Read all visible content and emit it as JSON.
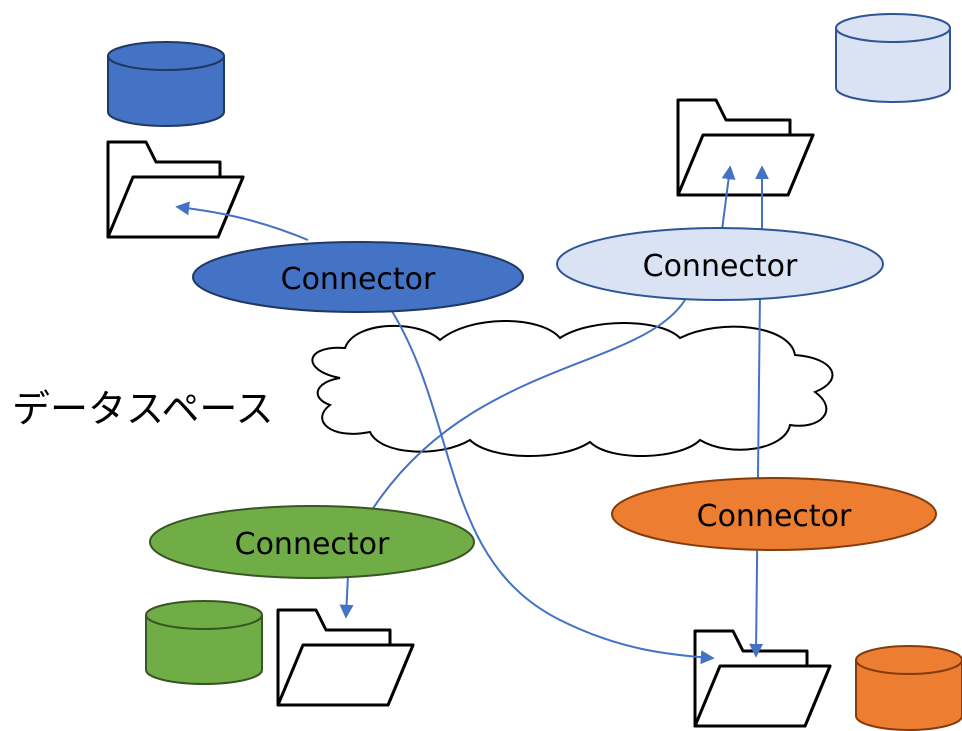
{
  "diagram": {
    "data_space_label": "データスペース",
    "connectors": [
      {
        "id": "blue",
        "label": "Connector",
        "fill": "#4472C4"
      },
      {
        "id": "lightblue",
        "label": "Connector",
        "fill": "#DAE3F3"
      },
      {
        "id": "green",
        "label": "Connector",
        "fill": "#70AD47"
      },
      {
        "id": "orange",
        "label": "Connector",
        "fill": "#ED7D31"
      }
    ],
    "databases": [
      {
        "id": "blue",
        "fill": "#4472C4"
      },
      {
        "id": "lightblue",
        "fill": "#DAE3F3"
      },
      {
        "id": "green",
        "fill": "#70AD47"
      },
      {
        "id": "orange",
        "fill": "#ED7D31"
      }
    ],
    "arrow_color": "#4472C4"
  }
}
